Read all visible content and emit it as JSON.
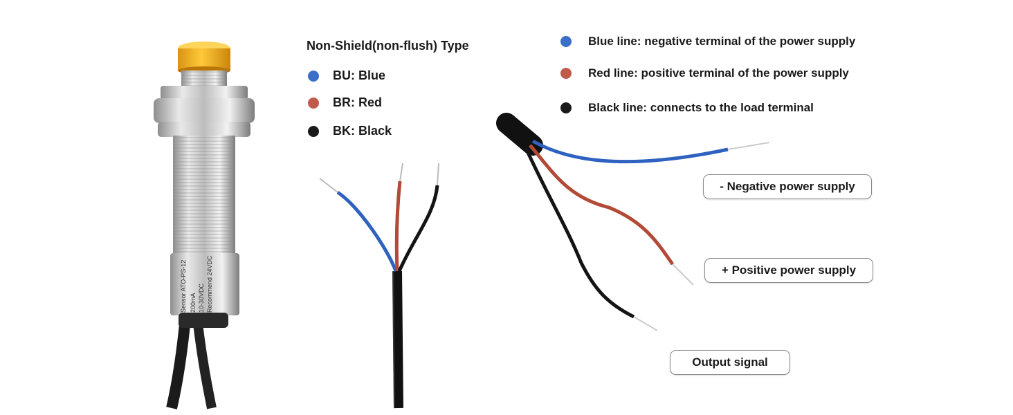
{
  "title": "Non-Shield(non-flush) Type",
  "legend": [
    {
      "code_label": "BU: Blue",
      "color": "#3b6fc7"
    },
    {
      "code_label": "BR: Red",
      "color": "#c05a4a"
    },
    {
      "code_label": "BK: Black",
      "color": "#1a1a1a"
    }
  ],
  "descriptions": [
    {
      "text": "Blue line: negative terminal of the power supply",
      "color": "#3b6fc7"
    },
    {
      "text": "Red line: positive terminal of the power supply",
      "color": "#c05a4a"
    },
    {
      "text": "Black line: connects to the load terminal",
      "color": "#1a1a1a"
    }
  ],
  "callouts": {
    "negative": "- Negative power supply",
    "positive": "+ Positive power supply",
    "output": "Output signal"
  },
  "sensor_label": {
    "line1": "Sensor  ATO-PS-12",
    "line2": "200mA",
    "line3": "10-30VDC",
    "line4": "Recommend 24VDC"
  },
  "colors": {
    "cap": "#f2b21a",
    "metal": "#c9c9c9",
    "wire_blue": "#3b6fc7",
    "wire_red": "#b9503f",
    "wire_black": "#141414"
  }
}
